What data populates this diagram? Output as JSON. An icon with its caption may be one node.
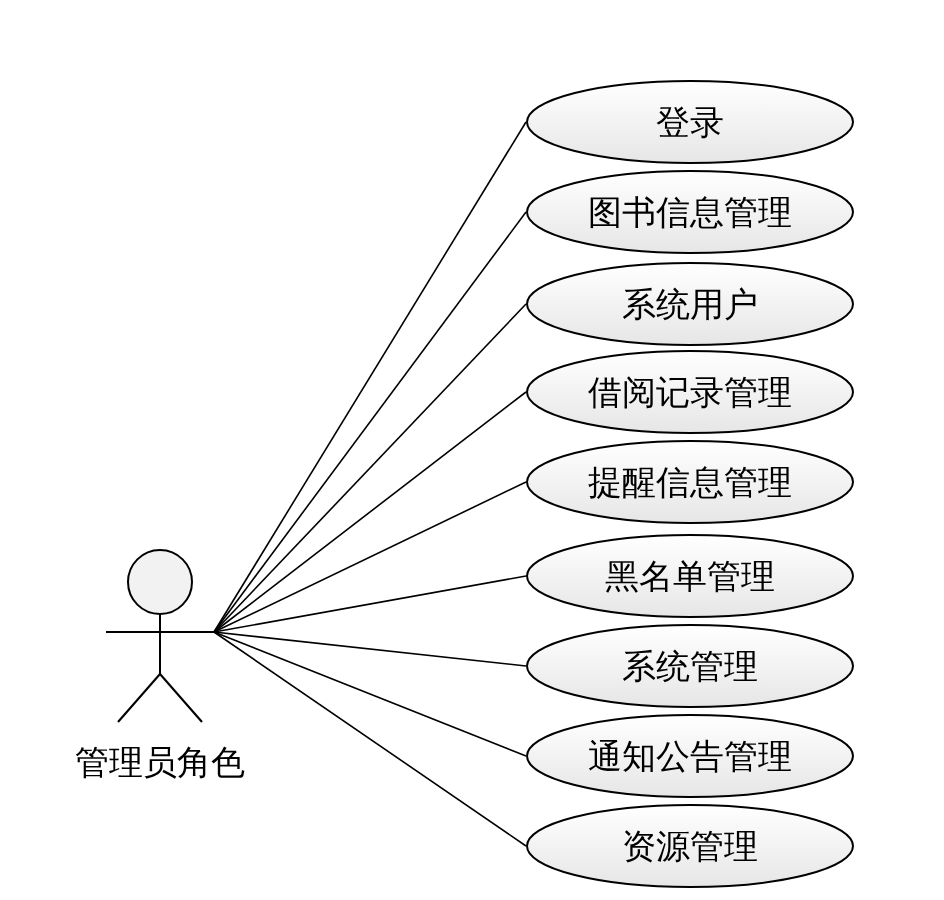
{
  "diagram": {
    "nodes": [
      {
        "text": [
          "管理员角色"
        ]
      },
      {
        "text": [
          "登录"
        ]
      },
      {
        "text": [
          "图书信息管理"
        ]
      },
      {
        "text": [
          "系统用户"
        ]
      },
      {
        "text": [
          "借阅记录管理"
        ]
      },
      {
        "text": [
          "提醒信息管理"
        ]
      },
      {
        "text": [
          "黑名单管理"
        ]
      },
      {
        "text": [
          "系统管理"
        ]
      },
      {
        "text": [
          "通知公告管理"
        ]
      },
      {
        "text": [
          "资源管理"
        ]
      }
    ],
    "edges": [
      {
        "from": 0,
        "to": 1,
        "arrow": "none"
      },
      {
        "from": 0,
        "to": 2,
        "arrow": "none"
      },
      {
        "from": 0,
        "to": 3,
        "arrow": "none"
      },
      {
        "from": 0,
        "to": 4,
        "arrow": "none"
      },
      {
        "from": 0,
        "to": 5,
        "arrow": "none"
      },
      {
        "from": 0,
        "to": 6,
        "arrow": "none"
      },
      {
        "from": 0,
        "to": 7,
        "arrow": "none"
      },
      {
        "from": 0,
        "to": 8,
        "arrow": "none"
      },
      {
        "from": 0,
        "to": 9,
        "arrow": "none"
      }
    ]
  }
}
